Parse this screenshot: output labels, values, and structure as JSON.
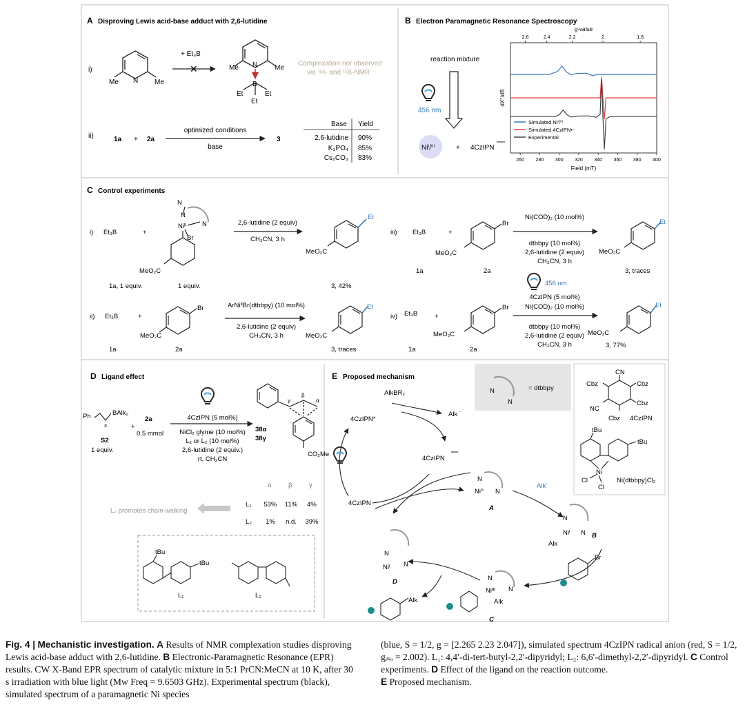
{
  "panelA": {
    "letter": "A",
    "title": "Disproving Lewis acid-base adduct with 2,6-lutidine",
    "row_i": "i)",
    "row_ii": "ii)",
    "reagent": "+ Et₃B",
    "me": "Me",
    "n": "N",
    "b": "B",
    "et": "Et",
    "note_line1": "Complexation not observed",
    "note_line2": "via ¹H- and ¹¹B-NMR",
    "r1": "1a",
    "r2": "2a",
    "plus": "+",
    "cond_top": "optimized conditions",
    "cond_bottom": "base",
    "product": "3",
    "table_headers": [
      "Base",
      "Yield"
    ],
    "table_rows": [
      [
        "2,6-lutidine",
        "90%"
      ],
      [
        "K₃PO₄",
        "85%"
      ],
      [
        "Cs₂CO₃",
        "83%"
      ]
    ]
  },
  "panelB": {
    "letter": "B",
    "title": "Electron Paramagnetic Resonance Spectroscopy",
    "reaction_mixture": "reaction mixture",
    "light": "456 nm",
    "ni_label": "Niⁱ/ⁱⁱⁱ",
    "czipn": "4CzIPN",
    "plus": "+",
    "chart_data": {
      "type": "line",
      "title": "",
      "xlabel": "Field (mT)",
      "ylabel": "dX’’/dB",
      "top_axis_label": "g-value",
      "xlim": [
        250,
        400
      ],
      "x_ticks": [
        260,
        280,
        300,
        320,
        340,
        360,
        380,
        400
      ],
      "g_ticks": [
        2.6,
        2.4,
        2.2,
        2,
        1.8
      ],
      "g_tick_fields": [
        265.2,
        287.3,
        313.4,
        344.8,
        383.1
      ],
      "legend_position": "bottom-left",
      "series": [
        {
          "name": "Simulated Niⁱ/ⁱⁱⁱ",
          "color": "#3b79c3",
          "offset": 1.0,
          "points": [
            [
              250,
              0
            ],
            [
              290,
              0
            ],
            [
              298,
              0.12
            ],
            [
              303,
              0.35
            ],
            [
              307,
              0.12
            ],
            [
              312,
              -0.02
            ],
            [
              318,
              0.04
            ],
            [
              328,
              0.05
            ],
            [
              334,
              -0.05
            ],
            [
              340,
              0
            ],
            [
              400,
              0
            ]
          ]
        },
        {
          "name": "Simulated 4CzIPN•⁻",
          "color": "#e03c3c",
          "offset": 0.0,
          "points": [
            [
              250,
              0
            ],
            [
              342,
              0
            ],
            [
              343.5,
              0.9
            ],
            [
              344.8,
              0
            ],
            [
              346.3,
              -0.9
            ],
            [
              348,
              0
            ],
            [
              400,
              0
            ]
          ]
        },
        {
          "name": "Experimental",
          "color": "#444444",
          "offset": -0.8,
          "points": [
            [
              250,
              0
            ],
            [
              296,
              0
            ],
            [
              300,
              0.08
            ],
            [
              304,
              0.28
            ],
            [
              308,
              0.08
            ],
            [
              312,
              -0.02
            ],
            [
              318,
              0.02
            ],
            [
              330,
              0.03
            ],
            [
              338,
              -0.03
            ],
            [
              342,
              0.1
            ],
            [
              343.5,
              1.6
            ],
            [
              344.8,
              0
            ],
            [
              346.3,
              -1.4
            ],
            [
              348,
              -0.1
            ],
            [
              352,
              0
            ],
            [
              400,
              0
            ]
          ]
        }
      ]
    }
  },
  "panelC": {
    "letter": "C",
    "title": "Control experiments",
    "et3b": "Et₃B",
    "plus": "+",
    "i_label": "i)",
    "i_cond1": "2,6-lutidine (2 equiv)",
    "i_cond2": "CH₃CN, 3 h",
    "i_r1": "1a, 1 equiv.",
    "i_r2": "1 equiv.",
    "i_product": "3, 42%",
    "ii_label": "ii)",
    "ii_cond1": "ArNiᴵᴵBr(dtbbpy) (10 mol%)",
    "ii_cond2": "2,6-lutidine (2 equiv)",
    "ii_cond3": "CH₃CN, 3 h",
    "ii_product": "3, traces",
    "iii_label": "iii)",
    "iii_cond_top": "Ni(COD)₂ (10 mol%)",
    "iii_cond1": "dtbbpy (10 mol%)",
    "iii_cond2": "2,6-lutidine (2 equiv)",
    "iii_cond3": "CH₃CN, 3 h",
    "iii_product": "3, traces",
    "iv_label": "iv)",
    "iv_light": "456 nm",
    "iv_cond_top1": "4CzIPN (5 mol%)",
    "iv_cond_top2": "Ni(COD)₂ (10 mol%)",
    "iv_cond1": "dtbbpy (10 mol%)",
    "iv_cond2": "2,6-lutidine (2 equiv)",
    "iv_cond3": "CH₃CN, 3 h",
    "iv_product": "3, 77%",
    "r1a": "1a",
    "r2a": "2a",
    "meo2c": "MeO₂C",
    "et": "Et",
    "br": "Br",
    "ni2": "Niᴵᴵ",
    "n": "N"
  },
  "panelD": {
    "letter": "D",
    "title": "Ligand effect",
    "substrate_left": "Ph",
    "substrate_right": "BAlk₂",
    "subscript": "3",
    "s2": "S2",
    "s2_equiv": "1 equiv.",
    "plus": "+",
    "r2a": "2a",
    "r2a_amount": "0.5 mmol",
    "cond_top": "4CzIPN (5 mol%)",
    "cond1": "NiCl₂ glyme (10 mol%)",
    "cond2": "L₁ or L₂ (10 mol%)",
    "cond3": "2,6-lutidine (2 equiv.)",
    "cond4": "rt, CH₃CN",
    "products": "38α",
    "products2": "38γ",
    "co2me": "CO₂Me",
    "greek": [
      "α",
      "β",
      "γ"
    ],
    "rows": [
      {
        "ligand": "L₁",
        "values": [
          "53%",
          "11%",
          "4%"
        ]
      },
      {
        "ligand": "L₂",
        "values": [
          "1%",
          "n.d.",
          "39%"
        ]
      }
    ],
    "note": "L₂ promotes chain-walking",
    "l1": "L₁",
    "l2": "L₂",
    "tbu": "tBu"
  },
  "panelE": {
    "letter": "E",
    "title": "Proposed mechanism",
    "dtbbpy_eq": "= dtbbpy",
    "alkbr2": "AlkBR₂",
    "alk_rad": "Alk ˙",
    "czipn_star": "4CzIPN*",
    "czipn_anion": "4CzIPN",
    "czipn": "4CzIPN",
    "alk_rad2": "Alk˙",
    "A": "A",
    "B": "B",
    "C": "C",
    "D": "D",
    "ni0": "Ni⁰",
    "ni1": "Niᴵ",
    "ni3": "Niᴵᴵᴵ",
    "alk": "Alk",
    "br": "Br",
    "n": "N",
    "cbz": "Cbz",
    "cn": "CN",
    "nc": "NC",
    "czipn_struct": "4CzIPN",
    "nicl_label": "Ni(dtbbpy)Cl₂",
    "tbu": "tBu",
    "cl": "Cl",
    "ni": "Ni"
  },
  "caption": {
    "fig": "Fig. 4 |",
    "fig_title": "Mechanistic investigation.",
    "left_text": [
      {
        "bold": "A",
        "text": " Results of NMR complexation studies disproving Lewis acid-base adduct with 2,6-lutidine. "
      },
      {
        "bold": "B",
        "text": " Electronic-Paramagnetic Resonance (EPR) results. CW X-Band EPR spectrum of catalytic mixture in 5:1 PrCN:MeCN at 10 K, after 30 s irradiation with blue light (Mw Freq = 9.6503 GHz). Experimental spectrum (black), simulated spectrum of a paramagnetic Ni species"
      }
    ],
    "right_text": "(blue, S = 1/2, g = [2.265 2.23 2.047]), simulated spectrum 4CzIPN radical anion (red, S = 1/2, gᵢₛₒ = 2.002). L₁: 4,4′-di-tert-butyl-2,2′-dipyridyl; L₂: 6,6′-dimethyl-2,2′-dipyridyl.",
    "right_c": "C",
    "right_c_text": " Control experiments. ",
    "right_d": "D",
    "right_d_text": " Effect of the ligand on the reaction outcome.",
    "right_e": "E",
    "right_e_text": " Proposed mechanism."
  }
}
